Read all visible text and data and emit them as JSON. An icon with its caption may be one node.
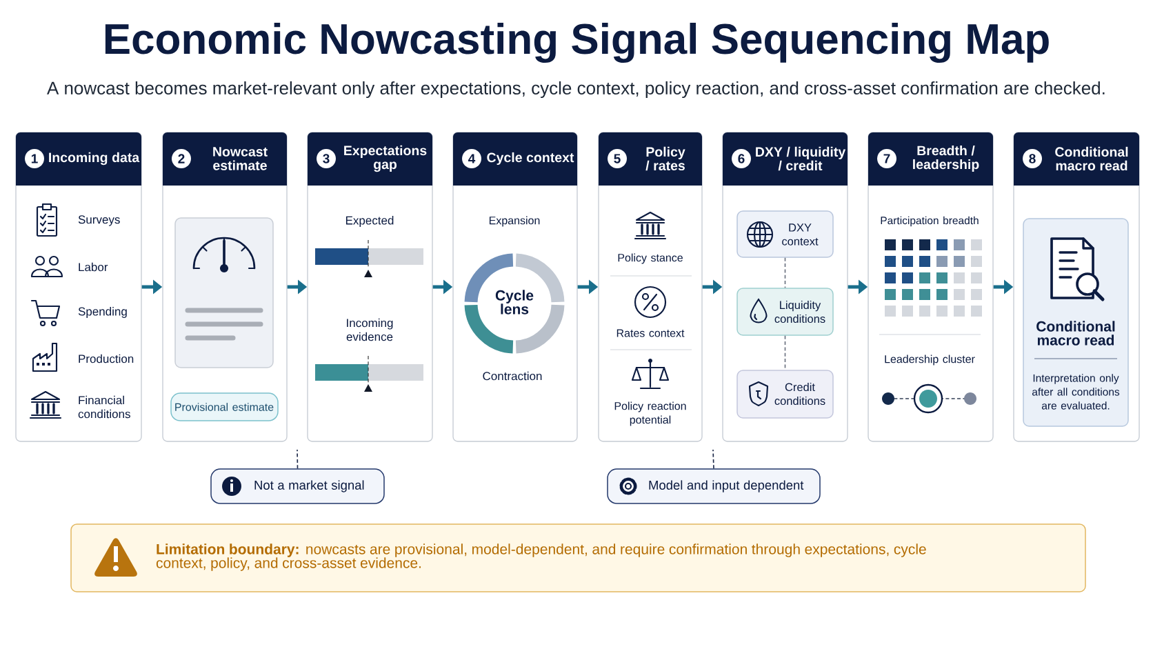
{
  "diagram": {
    "title": "Economic Nowcasting Signal Sequencing Map",
    "nodes": [
      {
        "text": [
          "1",
          "Incoming data",
          "Surveys",
          "Labor",
          "Spending",
          "Production",
          "Financial conditions"
        ]
      },
      {
        "text": [
          "2",
          "Nowcast estimate"
        ]
      },
      {
        "text": [
          "3",
          "Expectations gap",
          "Expected",
          "Incoming evidence"
        ]
      },
      {
        "text": [
          "4",
          "Cycle context",
          "Expansion",
          "Cycle lens",
          "Contraction"
        ]
      },
      {
        "text": [
          "5",
          "Policy / rates",
          "Policy stance",
          "Rates context",
          "Policy reaction potential"
        ]
      },
      {
        "text": [
          "6",
          "DXY / liquidity / credit"
        ]
      },
      {
        "text": [
          "7",
          "Breadth / leadership",
          "Participation breadth",
          "Leadership cluster"
        ]
      },
      {
        "text": [
          "8",
          "Conditional macro read"
        ]
      },
      {
        "text": [],
        "shape": "box",
        "in": 1
      },
      {
        "text": [
          "Provisional estimate"
        ],
        "in": 1
      },
      {
        "text": [
          "DXY context"
        ],
        "in": 5
      },
      {
        "text": [
          "Liquidity conditions"
        ],
        "in": 5
      },
      {
        "text": [
          "Credit conditions"
        ],
        "in": 5
      },
      {
        "text": [
          "Conditional macro read",
          "Interpretation only after all conditions are evaluated."
        ],
        "in": 7
      },
      {
        "text": [
          "Not a market signal"
        ]
      },
      {
        "text": [
          "Model and input dependent"
        ]
      },
      {
        "text": [
          "**Limitation boundary:** nowcasts are provisional, model-dependent, and require confirmation through expectations, cycle context, policy, and cross-asset evidence."
        ]
      }
    ],
    "edges": [
      {
        "from": 0,
        "to": 1,
        "arrow": "to"
      },
      {
        "from": 1,
        "to": 2,
        "arrow": "to"
      },
      {
        "from": 2,
        "to": 3,
        "arrow": "to"
      },
      {
        "from": 3,
        "to": 4,
        "arrow": "to"
      },
      {
        "from": 4,
        "to": 5,
        "arrow": "to"
      },
      {
        "from": 5,
        "to": 6,
        "arrow": "to"
      },
      {
        "from": 6,
        "to": 7,
        "arrow": "to"
      },
      {
        "from": 10,
        "to": 11,
        "arrow": "none",
        "style": "dashed",
        "color": "#6b7280"
      },
      {
        "from": 11,
        "to": 12,
        "arrow": "none",
        "style": "dashed",
        "color": "#6b7280"
      },
      {
        "from": 14,
        "to": null,
        "arrow": "none",
        "style": "dashed",
        "color": "#1e2a4a"
      },
      {
        "from": 15,
        "to": null,
        "arrow": "none",
        "style": "dashed",
        "color": "#1e2a4a"
      }
    ],
    "labels": [
      "A nowcast becomes market-relevant only after expectations, cycle context, policy reaction, and cross-asset confirmation are checked."
    ]
  }
}
